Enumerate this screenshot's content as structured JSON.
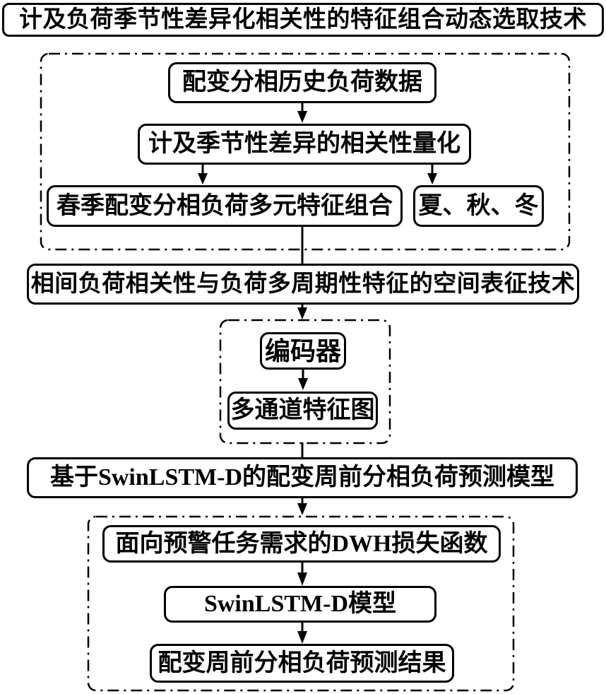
{
  "flowchart": {
    "top_banner": "计及负荷季节性差异化相关性的特征组合动态选取技术",
    "feature_selection_group": {
      "history_data": "配变分相历史负荷数据",
      "correlation_quantification": "计及季节性差异的相关性量化",
      "spring_combo": "春季配变分相负荷多元特征组合",
      "other_seasons": "夏、秋、冬"
    },
    "spatial_banner": "相间负荷相关性与负荷多周期性特征的空间表征技术",
    "encoding_group": {
      "encoder": "编码器",
      "feature_map": "多通道特征图"
    },
    "model_banner": "基于SwinLSTM-D的配变周前分相负荷预测模型",
    "prediction_group": {
      "loss_function": "面向预警任务需求的DWH损失函数",
      "model": "SwinLSTM-D模型",
      "result": "配变周前分相负荷预测结果"
    },
    "colors": {
      "line": "#000000",
      "background": "#ffffff"
    }
  }
}
